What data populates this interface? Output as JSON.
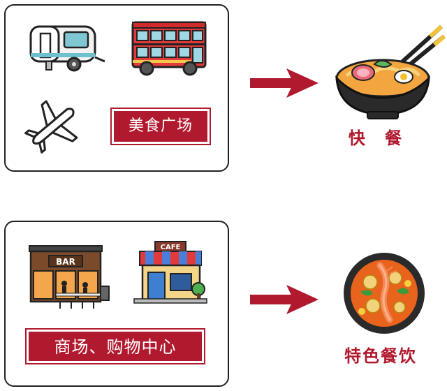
{
  "panels": {
    "top": {
      "label": "美食广场"
    },
    "bottom": {
      "label": "商场、购物中心"
    }
  },
  "signs": {
    "bar": "BAR",
    "cafe": "CAFE"
  },
  "outcomes": {
    "top": "快 餐",
    "bottom": "特色餐饮"
  },
  "icons": [
    "caravan-icon",
    "double-decker-bus-icon",
    "airplane-icon",
    "noodle-bowl-icon",
    "bar-storefront-icon",
    "cafe-storefront-icon",
    "soup-bowl-icon",
    "arrow-right-icon"
  ],
  "colors": {
    "accent": "#b11a2e",
    "caption": "#b0182c"
  }
}
